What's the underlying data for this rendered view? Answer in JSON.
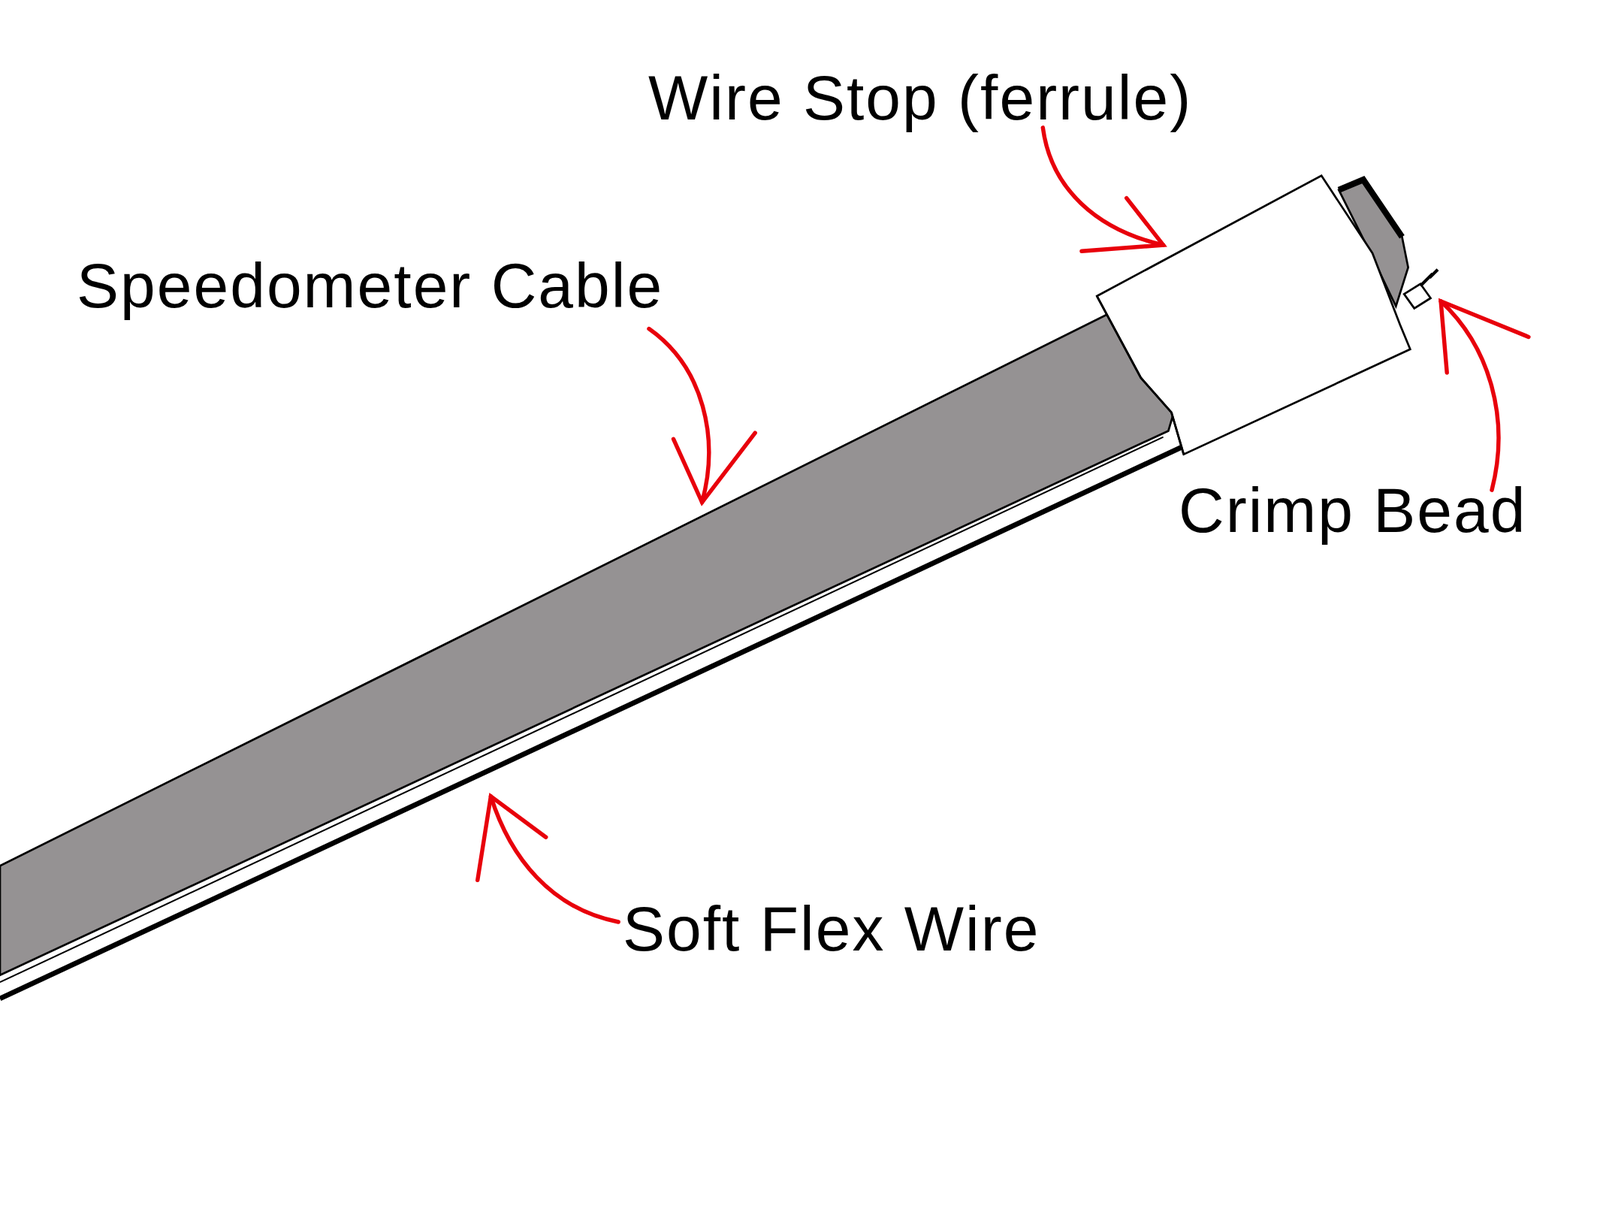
{
  "diagram": {
    "labels": [
      "Wire Stop (ferrule)",
      "Speedometer Cable",
      "Crimp Bead",
      "Soft Flex Wire"
    ]
  }
}
